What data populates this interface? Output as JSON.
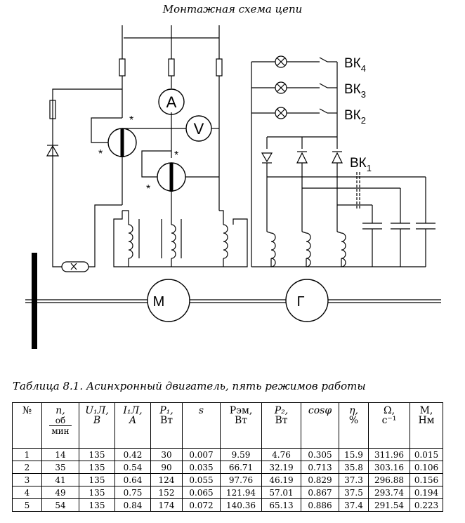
{
  "page_title": "Монтажная схема цепи",
  "diagram": {
    "labels": {
      "ammeter": "A",
      "voltmeter": "V",
      "motor": "M",
      "generator": "Г",
      "star": "*",
      "vk4_main": "ВК",
      "vk4_sub": "4",
      "vk3_main": "ВК",
      "vk3_sub": "3",
      "vk2_main": "ВК",
      "vk2_sub": "2",
      "vk1_main": "ВК",
      "vk1_sub": "1"
    }
  },
  "table": {
    "caption": "Таблица 8.1. Асинхронный двигатель, пять режимов работы",
    "columns": [
      {
        "symbol": "№",
        "unit": ""
      },
      {
        "symbol": "n,",
        "unit": "об",
        "unit2": "мин"
      },
      {
        "symbol": "U₁Л,",
        "unit": "B"
      },
      {
        "symbol": "I₁Л,",
        "unit": "A"
      },
      {
        "symbol": "P₁,",
        "unit": "Вт"
      },
      {
        "symbol": "s",
        "unit": ""
      },
      {
        "symbol": "Pэм,",
        "unit": "Вт"
      },
      {
        "symbol": "P₂,",
        "unit": "Вт"
      },
      {
        "symbol": "cosφ",
        "unit": ""
      },
      {
        "symbol": "η,",
        "unit": "%"
      },
      {
        "symbol": "Ω,",
        "unit": "с⁻¹"
      },
      {
        "symbol": "M,",
        "unit": "Нм"
      }
    ],
    "rows": [
      [
        "1",
        "14",
        "135",
        "0.42",
        "30",
        "0.007",
        "9.59",
        "4.76",
        "0.305",
        "15.9",
        "311.96",
        "0.015"
      ],
      [
        "2",
        "35",
        "135",
        "0.54",
        "90",
        "0.035",
        "66.71",
        "32.19",
        "0.713",
        "35.8",
        "303.16",
        "0.106"
      ],
      [
        "3",
        "41",
        "135",
        "0.64",
        "124",
        "0.055",
        "97.76",
        "46.19",
        "0.829",
        "37.3",
        "296.88",
        "0.156"
      ],
      [
        "4",
        "49",
        "135",
        "0.75",
        "152",
        "0.065",
        "121.94",
        "57.01",
        "0.867",
        "37.5",
        "293.74",
        "0.194"
      ],
      [
        "5",
        "54",
        "135",
        "0.84",
        "174",
        "0.072",
        "140.36",
        "65.13",
        "0.886",
        "37.4",
        "291.54",
        "0.223"
      ]
    ]
  }
}
